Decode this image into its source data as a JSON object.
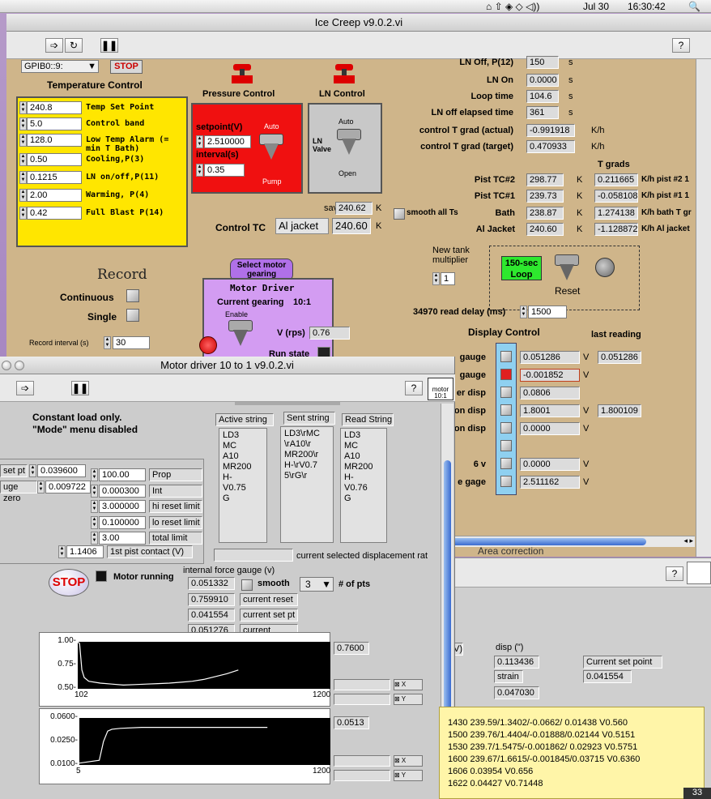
{
  "menubar": {
    "date": "Jul 30",
    "time": "16:30:42"
  },
  "main_window": {
    "title": "Ice Creep v9.0.2.vi",
    "gpib": "GPIB0::9:",
    "stop_label": "STOP",
    "temp_control": {
      "title": "Temperature Control",
      "rows": [
        {
          "value": "240.8",
          "label": "Temp Set Point"
        },
        {
          "value": "5.0",
          "label": "Control band"
        },
        {
          "value": "128.0",
          "label": "Low Temp Alarm (= min T Bath)"
        },
        {
          "value": "0.50",
          "label": "Cooling,P(3)"
        },
        {
          "value": "0.1215",
          "label": "LN on/off,P(11)"
        },
        {
          "value": "2.00",
          "label": "Warming, P(4)"
        },
        {
          "value": "0.42",
          "label": "Full Blast P(14)"
        }
      ]
    },
    "pressure_control": {
      "title": "Pressure Control",
      "setpoint_label": "setpoint(V)",
      "setpoint_value": "2.510000",
      "interval_label": "interval(s)",
      "interval_value": "0.35",
      "auto": "Auto",
      "pump": "Pump"
    },
    "ln_control": {
      "title": "LN Control",
      "auto": "Auto",
      "valve": "LN Valve",
      "open": "Open"
    },
    "saved_label": "saved",
    "saved_value": "240.62",
    "saved_unit": "K",
    "control_tc": {
      "label": "Control TC",
      "selected": "Al jacket",
      "value": "240.60",
      "unit": "K"
    },
    "smooth_all": "smooth all Ts",
    "ln_status": [
      {
        "label": "LN Off, P(12)",
        "value": "150",
        "unit": "s"
      },
      {
        "label": "LN On",
        "value": "0.0000",
        "unit": "s"
      },
      {
        "label": "Loop time",
        "value": "104.6",
        "unit": "s"
      },
      {
        "label": "LN off elapsed time",
        "value": "361",
        "unit": "s"
      },
      {
        "label": "control T grad (actual)",
        "value": "-0.991918",
        "unit": "K/h"
      },
      {
        "label": "control T grad (target)",
        "value": "0.470933",
        "unit": "K/h"
      }
    ],
    "t_grads_title": "T grads",
    "temps": [
      {
        "label": "Pist TC#2",
        "value": "298.77",
        "unit": "K",
        "grad": "0.211665",
        "grad_label": "K/h pist #2 1"
      },
      {
        "label": "Pist TC#1",
        "value": "239.73",
        "unit": "K",
        "grad": "-0.058108",
        "grad_label": "K/h pist #1 1"
      },
      {
        "label": "Bath",
        "value": "238.87",
        "unit": "K",
        "grad": "1.274138",
        "grad_label": "K/h bath T gr"
      },
      {
        "label": "Al Jacket",
        "value": "240.60",
        "unit": "K",
        "grad": "-1.128872",
        "grad_label": "K/h Al jacket"
      }
    ],
    "tank": {
      "label": "New tank multiplier",
      "value": "1",
      "loop_btn": "150-sec Loop",
      "reset": "Reset"
    },
    "read_delay": {
      "label": "34970 read delay (ms)",
      "value": "1500"
    },
    "record": {
      "title": "Record",
      "continuous": "Continuous",
      "single": "Single",
      "interval_label": "Record interval (s)",
      "interval_value": "30"
    },
    "motor": {
      "select_btn": "Select motor gearing",
      "title": "Motor Driver",
      "gearing_label": "Current gearing",
      "gearing_value": "10:1",
      "enable": "Enable",
      "vrps_label": "V (rps)",
      "vrps_value": "0.76",
      "run_state": "Run state"
    },
    "display_control": {
      "title": "Display Control",
      "last_reading": "last reading",
      "rows": [
        {
          "label": "gauge",
          "value": "0.051286",
          "unit": "V",
          "last": "0.051286"
        },
        {
          "label": "gauge",
          "value": "-0.001852",
          "unit": "V",
          "last": ""
        },
        {
          "label": "er disp",
          "value": "0.0806",
          "unit": "",
          "last": ""
        },
        {
          "label": "on disp",
          "value": "1.8001",
          "unit": "V",
          "last": "1.800109"
        },
        {
          "label": "on disp",
          "value": "0.0000",
          "unit": "V",
          "last": ""
        },
        {
          "label": "",
          "value": "",
          "unit": "",
          "last": ""
        },
        {
          "label": "6 v",
          "value": "0.0000",
          "unit": "V",
          "last": ""
        },
        {
          "label": "e gage",
          "value": "2.511162",
          "unit": "V",
          "last": ""
        }
      ]
    }
  },
  "motor_window": {
    "title": "Motor driver 10 to 1 v9.0.2.vi",
    "badge": "motor 10:1",
    "note1": "Constant load only.",
    "note2": "\"Mode\" menu disabled",
    "set_pt_label": "set pt",
    "set_pt_value": "0.039600",
    "gauge_zero_label": "uge zero",
    "gauge_zero_value": "0.009722",
    "pid": [
      {
        "value": "100.00",
        "label": "Prop"
      },
      {
        "value": "0.000300",
        "label": "Int"
      },
      {
        "value": "3.000000",
        "label": "hi reset limit"
      },
      {
        "value": "0.100000",
        "label": "lo reset limit"
      },
      {
        "value": "3.00",
        "label": "total limit"
      }
    ],
    "pist_contact_value": "1.1406",
    "pist_contact_label": "1st pist contact (V)",
    "active_string": {
      "title": "Active string",
      "text": "LD3\nMC\nA10\nMR200\nH-\nV0.75\nG"
    },
    "sent_string": {
      "title": "Sent string",
      "text": "LD3\\rMC\n\\rA10\\r\nMR200\\r\nH-\\rV0.7\n5\\rG\\r"
    },
    "read_string": {
      "title": "Read String",
      "text": "LD3\nMC\nA10\nMR200\nH-\nV0.76\nG"
    },
    "selected_disp_label": "current selected displacement rat",
    "stop_btn": "STOP",
    "motor_running": "Motor running",
    "force_gauge_label": "internal force gauge (v)",
    "force_values": [
      {
        "value": "0.051332",
        "label": "smooth"
      },
      {
        "value": "0.759910",
        "label": "current reset"
      },
      {
        "value": "0.041554",
        "label": "current set pt"
      },
      {
        "value": "0.051276",
        "label": "current command"
      }
    ],
    "pts_value": "3",
    "pts_label": "# of pts",
    "graph1": {
      "readout": "0.7600"
    },
    "graph2": {
      "readout": "0.0513"
    }
  },
  "area_correction": "Area correction",
  "back_panel": {
    "disp_label": "disp (\")",
    "disp_value": "0.113436",
    "strain_label": "strain",
    "strain_value": "0.047030",
    "set_point_label": "Current set point",
    "set_point_value": "0.041554",
    "v_label": "V)"
  },
  "log_window": {
    "lines": [
      "1430 239.59/1.3402/-0.0662/ 0.01438 V0.560",
      "1500 239.76/1.4404/-0.01888/0.02144 V0.5151",
      "1530 239.7/1.5475/-0.001862/ 0.02923 V0.5751",
      "1600 239.67/1.6615/-0.001845/0.03715 V0.6360",
      "1606 0.03954 V0.656",
      "1622 0.04427 V0.71448"
    ]
  },
  "corner_label": "33",
  "chart_data": [
    {
      "type": "line",
      "xlim": [
        102,
        1200
      ],
      "ylim": [
        0.5,
        1.0
      ],
      "x_ticks": [
        "102",
        "1200"
      ],
      "y_ticks": [
        "1.00-",
        "0.75-",
        "0.50-"
      ],
      "series": [
        {
          "x": [
            102,
            110,
            120,
            130,
            150,
            200,
            250,
            300,
            350,
            400,
            450,
            500,
            550,
            600,
            650,
            700,
            750,
            800
          ],
          "y": [
            1.0,
            0.98,
            0.7,
            0.62,
            0.58,
            0.56,
            0.55,
            0.54,
            0.545,
            0.55,
            0.555,
            0.56,
            0.57,
            0.58,
            0.6,
            0.63,
            0.66,
            0.7
          ]
        }
      ]
    },
    {
      "type": "line",
      "xlim": [
        5,
        1200
      ],
      "ylim": [
        0.01,
        0.06
      ],
      "x_ticks": [
        "5",
        "1200"
      ],
      "y_ticks": [
        "0.0600-",
        "0.0250-",
        "0.0100-"
      ],
      "series": [
        {
          "x": [
            5,
            100,
            120,
            140,
            160,
            200,
            300,
            500,
            700,
            900
          ],
          "y": [
            0.012,
            0.015,
            0.035,
            0.046,
            0.048,
            0.049,
            0.05,
            0.05,
            0.05,
            0.05
          ]
        }
      ]
    }
  ]
}
